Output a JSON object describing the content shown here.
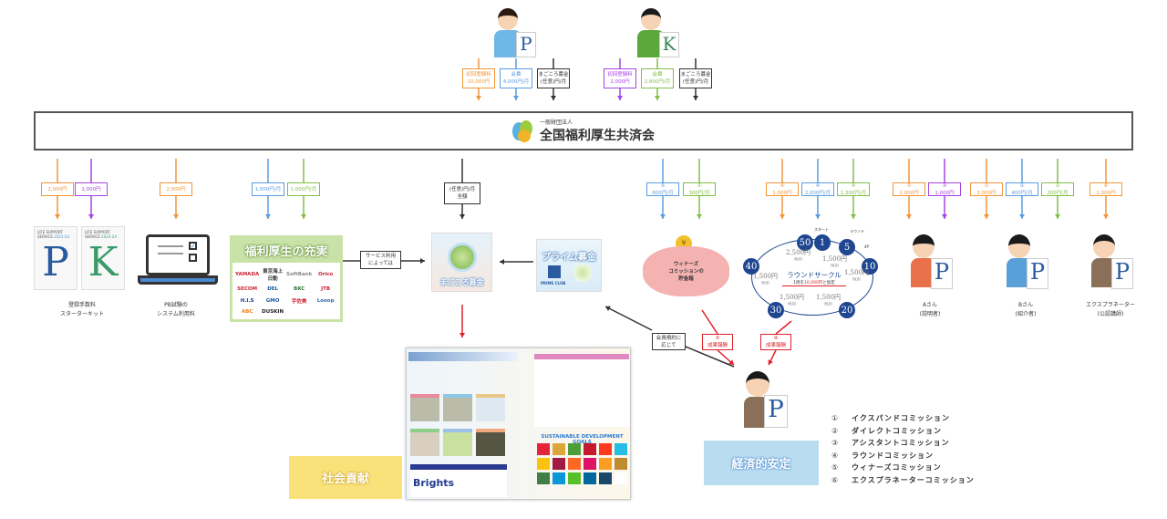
{
  "colors": {
    "orange": "#f0963a",
    "blue": "#5b9de0",
    "black": "#333333",
    "purple": "#a845e0",
    "green": "#82be48",
    "red": "#e0202a",
    "navy": "#1f4690"
  },
  "top_members": [
    {
      "sign_letter": "P",
      "icon": "woman-holding-p-booklet-icon",
      "fees": [
        {
          "color": "orange",
          "lines": [
            "初回登録料",
            "10,000円"
          ]
        },
        {
          "color": "blue",
          "lines": [
            "会費",
            "4,000円/月"
          ]
        },
        {
          "color": "black",
          "lines": [
            "まごころ募金",
            "(任意)円/月"
          ]
        }
      ]
    },
    {
      "sign_letter": "K",
      "icon": "man-holding-k-booklet-icon",
      "fees": [
        {
          "color": "purple",
          "lines": [
            "初回登録料",
            "2,000円"
          ]
        },
        {
          "color": "green",
          "lines": [
            "会費",
            "2,800円/月"
          ]
        },
        {
          "color": "black",
          "lines": [
            "まごころ募金",
            "(任意)円/月"
          ]
        }
      ]
    }
  ],
  "banner": {
    "subtitle": "一般財団法人",
    "title": "全国福利厚生共済会"
  },
  "flows": [
    {
      "color": "orange",
      "lines": [
        "2,000円"
      ]
    },
    {
      "color": "purple",
      "lines": [
        "1,000円"
      ]
    },
    {
      "color": "orange",
      "lines": [
        "2,000円"
      ]
    },
    {
      "color": "blue",
      "lines": [
        "1,000円/月"
      ]
    },
    {
      "color": "green",
      "lines": [
        "1,000円/月"
      ]
    },
    {
      "color": "black",
      "lines": [
        "(任意)円/月",
        "全額"
      ]
    },
    {
      "color": "blue",
      "lines": [
        "⑤",
        "600円/月"
      ]
    },
    {
      "color": "green",
      "lines": [
        "⑤",
        "300円/月"
      ]
    },
    {
      "color": "orange",
      "lines": [
        "④",
        "1,000円"
      ]
    },
    {
      "color": "blue",
      "lines": [
        "④",
        "2,000円/月"
      ]
    },
    {
      "color": "green",
      "lines": [
        "④",
        "1,300円/月"
      ]
    },
    {
      "color": "orange",
      "lines": [
        "③",
        "2,000円"
      ]
    },
    {
      "color": "purple",
      "lines": [
        "③",
        "1,000円"
      ]
    },
    {
      "color": "orange",
      "lines": [
        "①",
        "2,000円"
      ]
    },
    {
      "color": "blue",
      "lines": [
        "②",
        "400円/月"
      ]
    },
    {
      "color": "green",
      "lines": [
        "②",
        "200円/月"
      ]
    },
    {
      "color": "orange",
      "lines": [
        "⑥",
        "1,000円"
      ]
    }
  ],
  "starter": {
    "booklet_header": "LIFE SUPPORT SERVICE",
    "booklet_year": "2023-24",
    "letters": [
      "P",
      "K"
    ],
    "caption": [
      "登録手数料",
      "スターターキット"
    ]
  },
  "pb": {
    "caption": [
      "PB試験の",
      "システム利用料"
    ]
  },
  "welfare": {
    "title": "福利厚生の充実",
    "brands": [
      "YAMADA",
      "東京海上日動",
      "SoftBank",
      "Orico",
      "SECOM",
      "DEL",
      "BKC",
      "JTB",
      "H.I.S",
      "GMO",
      "宇佐美",
      "Looop",
      "ABC",
      "DUSKIN"
    ]
  },
  "service_tag": [
    "サービス利用",
    "によっては"
  ],
  "magokoro": {
    "label": "まごころ募金"
  },
  "prime": {
    "title": "プライム募金",
    "club": "PRIME CLUB"
  },
  "piggy": {
    "lines": [
      "ウィナーズ",
      "コミッションの",
      "貯金箱"
    ]
  },
  "round": {
    "title": "ラウンドサークル",
    "note_pre": "1周を",
    "note_amount": "10,000円",
    "note_post": "と仮定",
    "start": "スタート",
    "round": "ラウンド",
    "step": "4P",
    "nodes": [
      "50",
      "1",
      "5",
      "10",
      "20",
      "30",
      "40"
    ],
    "values": [
      {
        "v": "2,500円",
        "s": "(仮定)"
      },
      {
        "v": "1,500円",
        "s": "(仮定)"
      },
      {
        "v": "1,500円",
        "s": "(仮定)"
      },
      {
        "v": "1,500円",
        "s": "(仮定)"
      },
      {
        "v": "1,500円",
        "s": "(仮定)"
      },
      {
        "v": "1,500円",
        "s": "(仮定)"
      }
    ]
  },
  "people": [
    {
      "name": "Aさん",
      "role": "(説明者)"
    },
    {
      "name": "Bさん",
      "role": "(紹介者)"
    },
    {
      "name": "エクスプラネーター",
      "role": "(公認講師)"
    }
  ],
  "rules_tag": [
    "会員規約に",
    "応じて"
  ],
  "reward_tags": [
    [
      "⑤",
      "成果報酬"
    ],
    [
      "④",
      "成果報酬"
    ]
  ],
  "poster": {
    "brand": "Brights",
    "goals": "SUSTAINABLE DEVELOPMENT GOALS"
  },
  "social": "社会貢献",
  "economic": "経済的安定",
  "legend": [
    {
      "n": "①",
      "t": "イクスパンドコミッション"
    },
    {
      "n": "②",
      "t": "ダイレクトコミッション"
    },
    {
      "n": "③",
      "t": "アシスタントコミッション"
    },
    {
      "n": "④",
      "t": "ラウンドコミッション"
    },
    {
      "n": "⑤",
      "t": "ウィナーズコミッション"
    },
    {
      "n": "⑥",
      "t": "エクスプラネーターコミッション"
    }
  ]
}
